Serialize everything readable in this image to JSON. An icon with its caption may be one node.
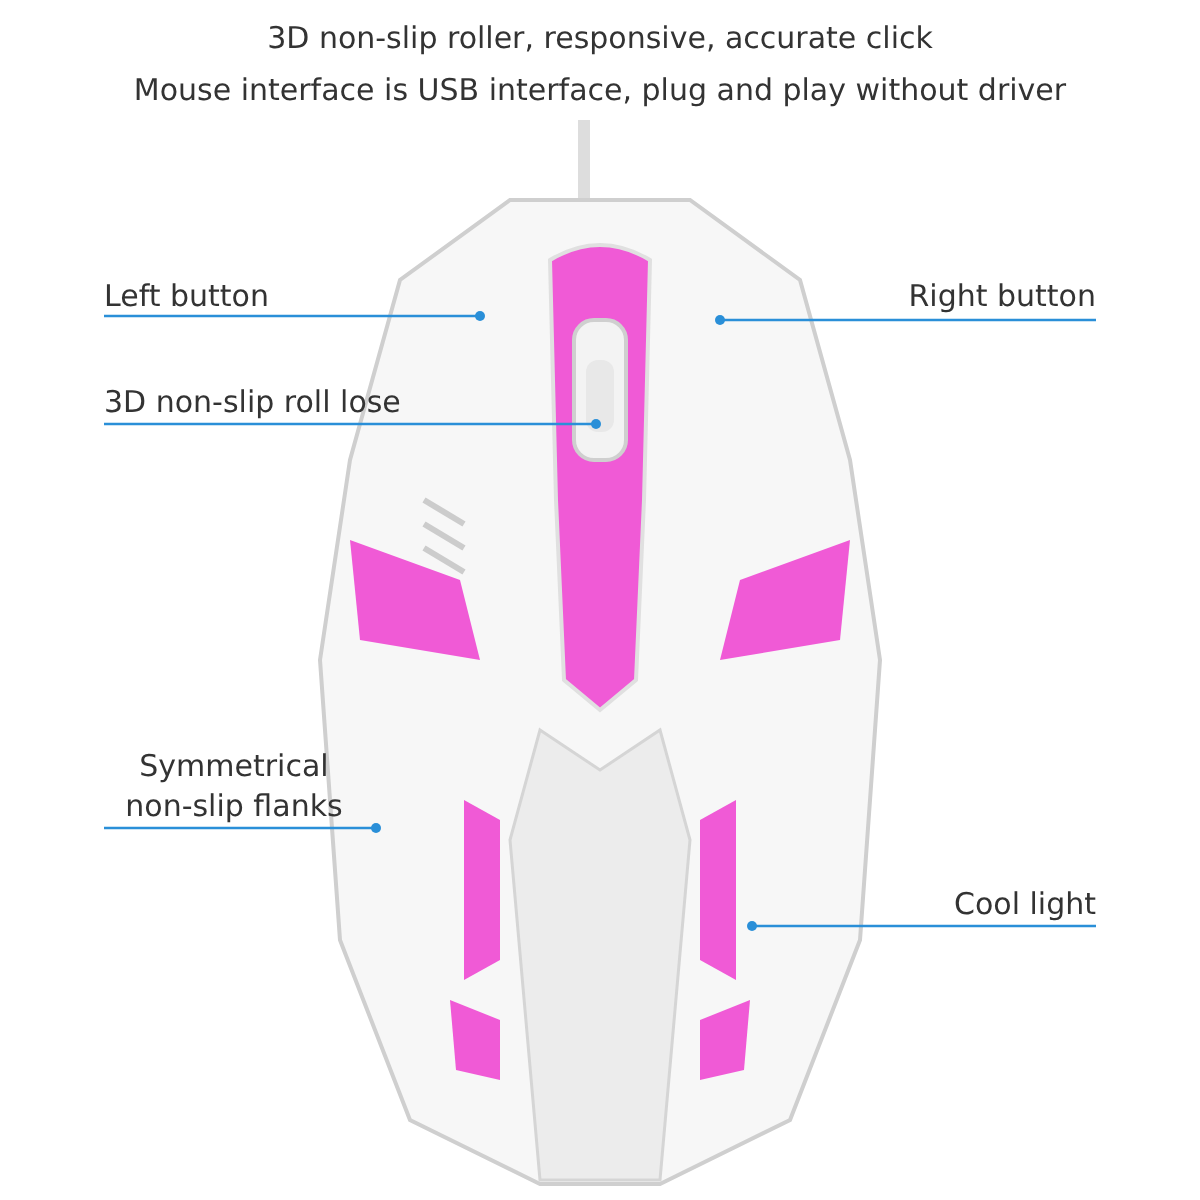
{
  "diagram": {
    "title": "3D non-slip roller, responsive, accurate click",
    "nodes": [
      {
        "text": [
          "Left button"
        ]
      },
      {
        "text": [
          "Right button"
        ]
      },
      {
        "text": [
          "3D non-slip roll lose"
        ]
      },
      {
        "text": [
          "Symmetrical non-slip flanks"
        ]
      },
      {
        "text": [
          "Cool light"
        ]
      }
    ],
    "edges": [
      {
        "from": 0,
        "to": null,
        "arrow": "other"
      },
      {
        "from": 1,
        "to": null,
        "arrow": "other"
      },
      {
        "from": 2,
        "to": null,
        "arrow": "other"
      },
      {
        "from": 3,
        "to": null,
        "arrow": "other"
      },
      {
        "from": 4,
        "to": null,
        "arrow": "other"
      }
    ],
    "labels": [
      "Mouse interface is USB interface, plug and play without driver"
    ]
  }
}
